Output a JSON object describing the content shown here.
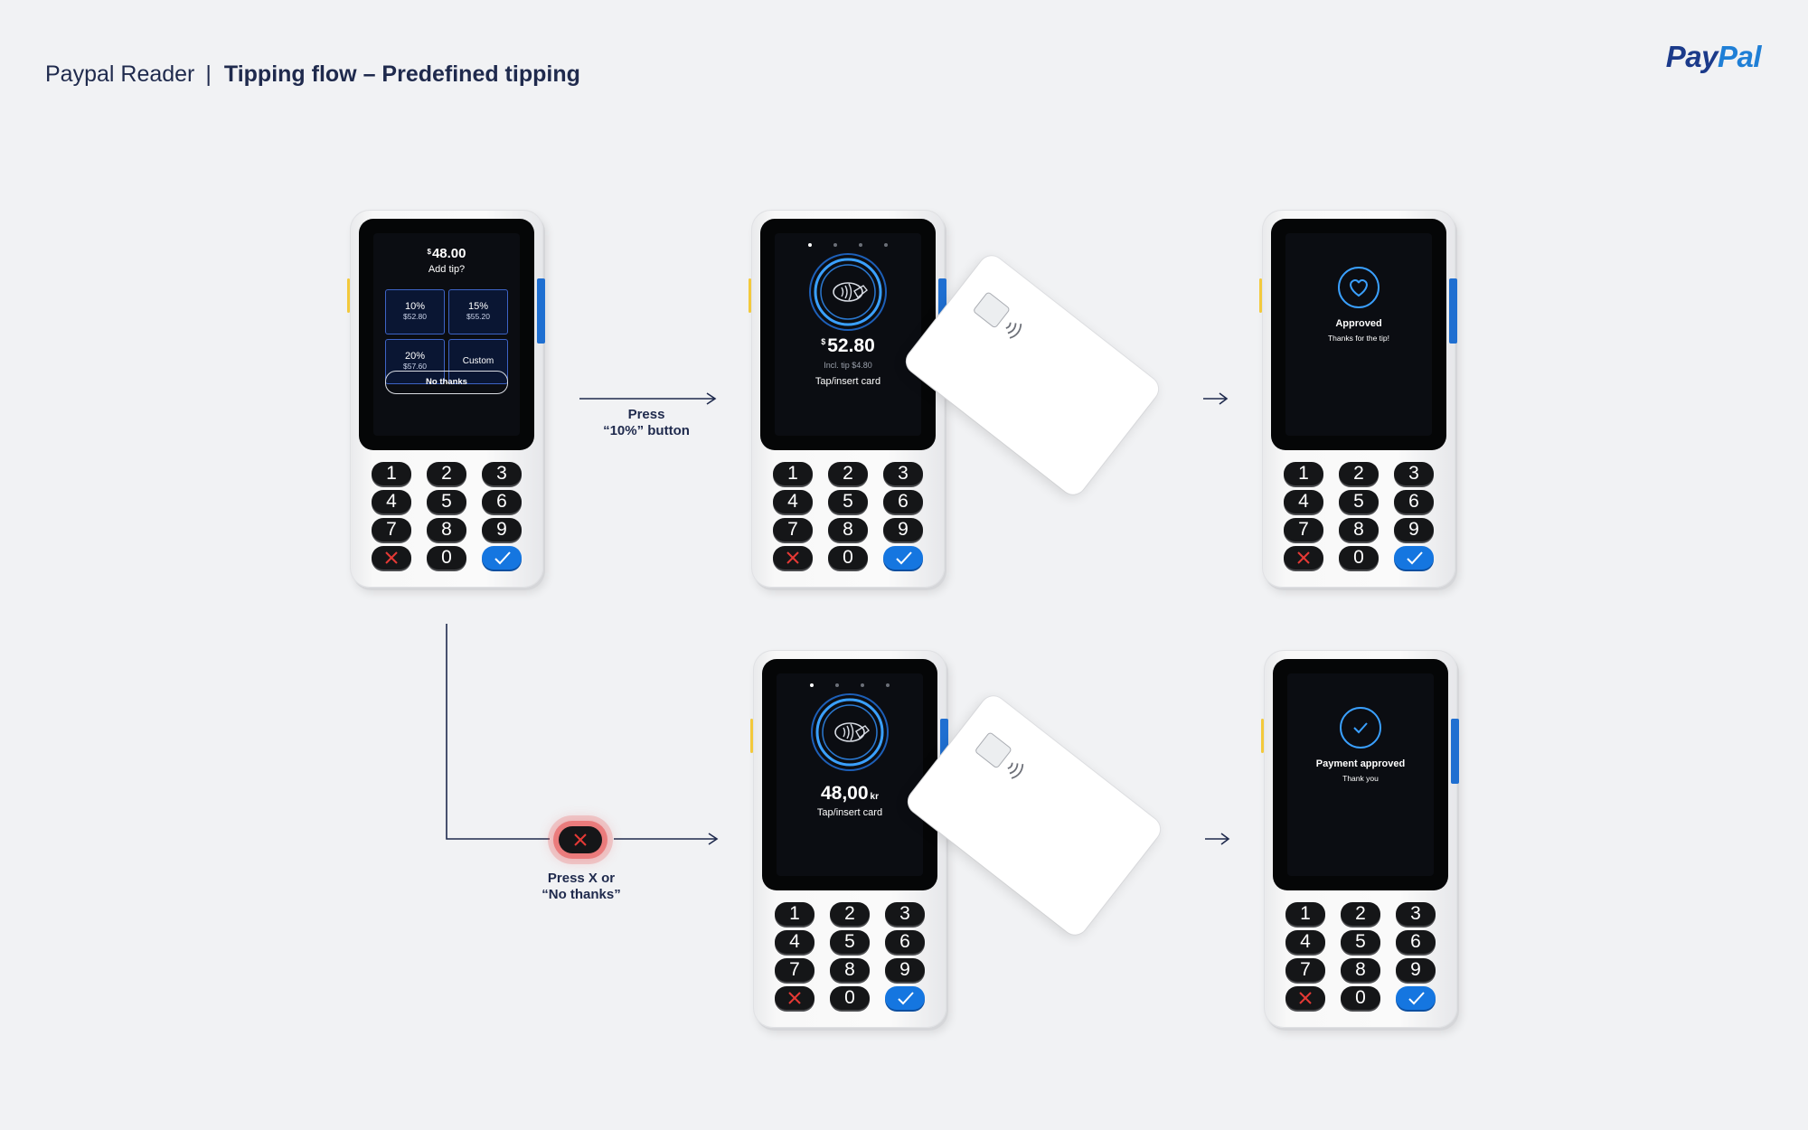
{
  "header": {
    "product": "Paypal Reader",
    "separator": "|",
    "title": "Tipping flow – Predefined tipping"
  },
  "logo": {
    "pay": "Pay",
    "pal": "Pal"
  },
  "colors": {
    "navy": "#1f2a4d",
    "brand_blue": "#1f7fd6",
    "brand_dark": "#1b3a8a",
    "confirm_key": "#1576e0",
    "cancel_mark": "#e53935",
    "nfc_ring": "#3aa0ff"
  },
  "keypad": {
    "row1": [
      "1",
      "2",
      "3"
    ],
    "row2": [
      "4",
      "5",
      "6"
    ],
    "row3": [
      "7",
      "8",
      "9"
    ],
    "zero": "0",
    "cancel_icon": "x-icon",
    "confirm_icon": "check-icon"
  },
  "screen_tip": {
    "currency": "$",
    "amount": "48.00",
    "prompt": "Add tip?",
    "options": [
      {
        "percent": "10%",
        "value": "$52.80"
      },
      {
        "percent": "15%",
        "value": "$55.20"
      },
      {
        "percent": "20%",
        "value": "$57.60"
      },
      {
        "percent": "Custom",
        "value": ""
      }
    ],
    "decline": "No thanks"
  },
  "screen_pay_tip": {
    "currency": "$",
    "amount": "52.80",
    "included": "Incl. tip $4.80",
    "instruction": "Tap/insert card",
    "icon": "contactless-icon"
  },
  "screen_pay_no_tip": {
    "amount": "48,00",
    "currency": "kr",
    "instruction": "Tap/insert card",
    "icon": "contactless-icon"
  },
  "screen_approved_tip": {
    "title": "Approved",
    "subtitle": "Thanks for the tip!",
    "icon": "heart-icon"
  },
  "screen_approved_no_tip": {
    "title": "Payment approved",
    "subtitle": "Thank you",
    "icon": "check-icon"
  },
  "flow": {
    "press_tip_line1": "Press",
    "press_tip_line2": "“10%” button",
    "press_decline_line1": "Press X or",
    "press_decline_line2": "“No thanks”"
  }
}
